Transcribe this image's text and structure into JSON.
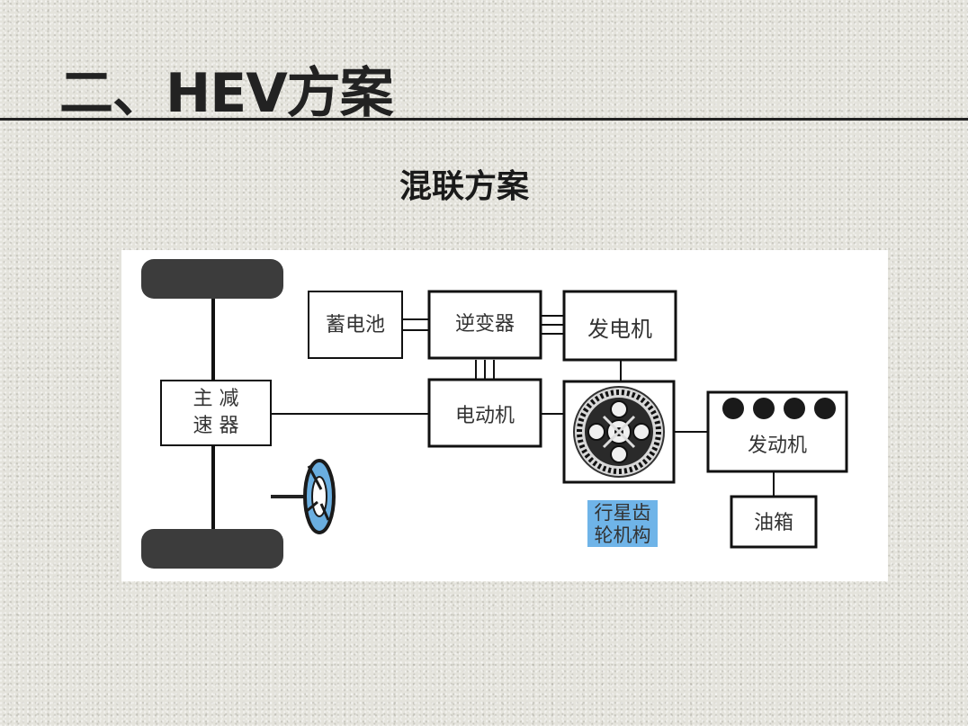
{
  "slide": {
    "title": "二、HEV方案",
    "subtitle": "混联方案"
  },
  "diagram": {
    "nodes": {
      "battery": "蓄电池",
      "inverter": "逆变器",
      "generator": "发电机",
      "final_drive_line1": "主 减",
      "final_drive_line2": "速 器",
      "motor": "电动机",
      "engine": "发动机",
      "fuel_tank": "油箱",
      "planetary_line1": "行星齿",
      "planetary_line2": "轮机构"
    },
    "colors": {
      "wheel": "#3c3c3c",
      "steering_wheel": "#6aaee0",
      "planetary_label_bg": "#6fb4e8",
      "line": "#111111"
    }
  }
}
